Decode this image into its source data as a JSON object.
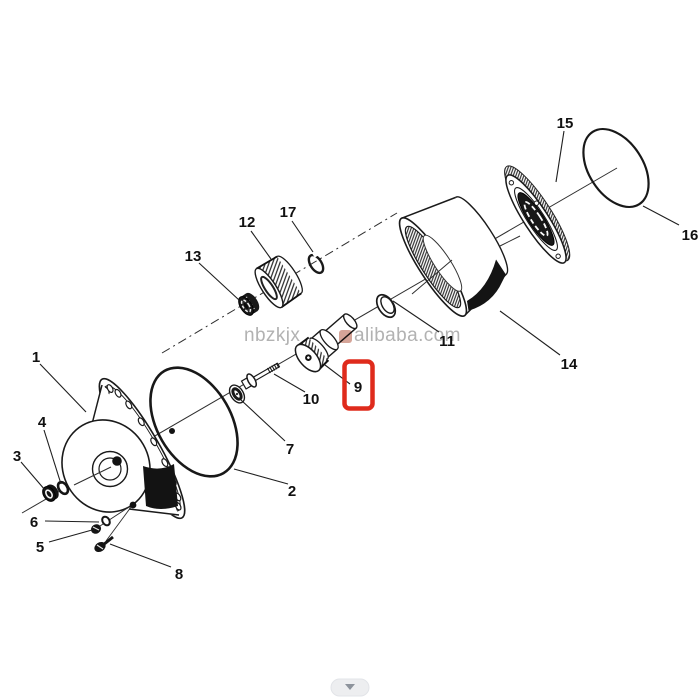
{
  "diagram": {
    "description": "Exploded parts diagram of a planetary gear wheel hub drive assembly",
    "ink_color": "#1a1a1a",
    "labels": [
      {
        "id": "1",
        "text": "1"
      },
      {
        "id": "2",
        "text": "2"
      },
      {
        "id": "3",
        "text": "3"
      },
      {
        "id": "4",
        "text": "4"
      },
      {
        "id": "5",
        "text": "5"
      },
      {
        "id": "6",
        "text": "6"
      },
      {
        "id": "7",
        "text": "7"
      },
      {
        "id": "8",
        "text": "8"
      },
      {
        "id": "9",
        "text": "9"
      },
      {
        "id": "10",
        "text": "10"
      },
      {
        "id": "11",
        "text": "11"
      },
      {
        "id": "12",
        "text": "12"
      },
      {
        "id": "13",
        "text": "13"
      },
      {
        "id": "14",
        "text": "14"
      },
      {
        "id": "15",
        "text": "15"
      },
      {
        "id": "16",
        "text": "16"
      },
      {
        "id": "17",
        "text": "17"
      }
    ],
    "highlight": {
      "part": "9",
      "color": "#df2b1c"
    }
  },
  "watermark": {
    "left": "nbzkjx",
    "right": "alibaba.com",
    "color": "#b2b2b2",
    "logo": "alibaba-logo",
    "logo_color": "#b25a44"
  },
  "footer": {
    "handle_icon": "chevron-down"
  }
}
